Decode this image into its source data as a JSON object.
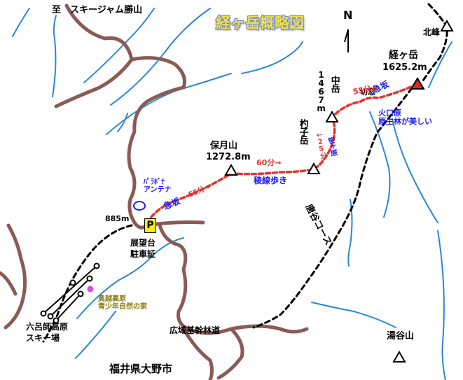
{
  "title": "経ヶ岳概略図",
  "compass": "N",
  "places": {
    "ski_gym": "至　スキージャム勝山",
    "kitamine": "北峰",
    "kyogatake": "経ヶ岳",
    "kyogatake_alt": "1625.2m",
    "nakadake": "中岳",
    "nakadake_alt": "1467m",
    "kirido": "切窓",
    "shakushidake": "杓子岳",
    "hogetsuzan": "保月山",
    "hogetsuzan_alt": "1272.8m",
    "antenna": "ﾊﾟﾗﾎﾞﾅ\nアンテナ",
    "alt885": "885m",
    "parking_p": "P",
    "parking": "展望台\n駐車証",
    "okuetsu": "奥越高原\n青少年自然の家",
    "rokuroshi": "六呂師高原\nスキー場",
    "rindo": "広域基幹林道",
    "yudaniyama": "湯谷山",
    "ono": "福井県大野市",
    "karadani": "唐谷コース",
    "kakogen": "火口原\n原生林が美しい"
  },
  "route": {
    "kyuhan1": "急坂",
    "kyuhan2": "急坂",
    "t55a": "55分→",
    "t55b": "55分→",
    "t60": "60分→",
    "t25": "←25分",
    "ryosen": "稜線歩き",
    "sasagahara": "笹ヶ原"
  },
  "colors": {
    "road": "#8b5a55",
    "river": "#2a86d8",
    "trail": "#e83030",
    "course": "#000000",
    "summit": "#e82020"
  }
}
